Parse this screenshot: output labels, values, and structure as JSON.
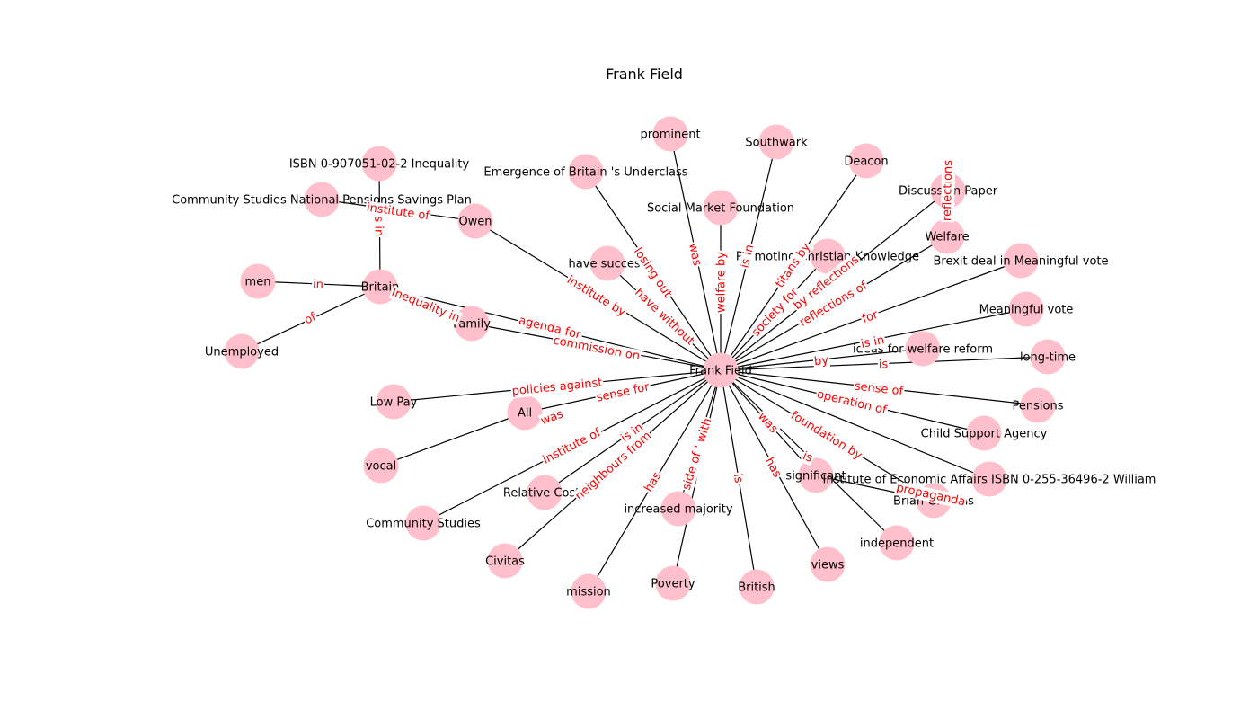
{
  "title": "Frank Field",
  "nodes": [
    {
      "id": "frank",
      "label": "Frank Field"
    },
    {
      "id": "prominent",
      "label": "prominent"
    },
    {
      "id": "southwark",
      "label": "Southwark"
    },
    {
      "id": "deacon",
      "label": "Deacon"
    },
    {
      "id": "emergence",
      "label": "Emergence of Britain 's Underclass"
    },
    {
      "id": "isbn1",
      "label": "ISBN 0-907051-02-2 Inequality"
    },
    {
      "id": "cs_pensions",
      "label": "Community Studies National Pensions Savings Plan"
    },
    {
      "id": "owen",
      "label": "Owen"
    },
    {
      "id": "smf",
      "label": "Social Market Foundation"
    },
    {
      "id": "discussion",
      "label": "Discussion Paper"
    },
    {
      "id": "welfare",
      "label": "Welfare"
    },
    {
      "id": "pck",
      "label": "Promoting Christian Knowledge"
    },
    {
      "id": "brexit",
      "label": "Brexit deal in Meaningful vote"
    },
    {
      "id": "success",
      "label": "have success"
    },
    {
      "id": "men",
      "label": "men"
    },
    {
      "id": "britain",
      "label": "Britain"
    },
    {
      "id": "meaningful",
      "label": "Meaningful vote"
    },
    {
      "id": "family",
      "label": "Family"
    },
    {
      "id": "ideas",
      "label": "ideas for welfare reform"
    },
    {
      "id": "longtime",
      "label": "long-time"
    },
    {
      "id": "unemployed",
      "label": "Unemployed"
    },
    {
      "id": "lowpay",
      "label": "Low Pay"
    },
    {
      "id": "all",
      "label": "All"
    },
    {
      "id": "pensions",
      "label": "Pensions"
    },
    {
      "id": "csa",
      "label": "Child Support Agency"
    },
    {
      "id": "vocal",
      "label": "vocal"
    },
    {
      "id": "significant",
      "label": "significant"
    },
    {
      "id": "iea",
      "label": "Institute of Economic Affairs ISBN 0-255-36496-2 William"
    },
    {
      "id": "relative",
      "label": "Relative Costs"
    },
    {
      "id": "brian",
      "label": "Brian Griffiths"
    },
    {
      "id": "increased",
      "label": "increased majority"
    },
    {
      "id": "cs",
      "label": "Community Studies"
    },
    {
      "id": "independent",
      "label": "independent"
    },
    {
      "id": "civitas",
      "label": "Civitas"
    },
    {
      "id": "views",
      "label": "views"
    },
    {
      "id": "poverty",
      "label": "Poverty"
    },
    {
      "id": "british",
      "label": "British"
    },
    {
      "id": "mission",
      "label": "mission"
    }
  ],
  "edges": [
    {
      "source": "frank",
      "target": "prominent",
      "label": "was"
    },
    {
      "source": "frank",
      "target": "southwark",
      "label": "is in"
    },
    {
      "source": "frank",
      "target": "deacon",
      "label": "titans by"
    },
    {
      "source": "frank",
      "target": "emergence",
      "label": "losing out"
    },
    {
      "source": "frank",
      "target": "owen",
      "label": "institute by"
    },
    {
      "source": "frank",
      "target": "smf",
      "label": "welfare by"
    },
    {
      "source": "frank",
      "target": "discussion",
      "label": "by reflections"
    },
    {
      "source": "frank",
      "target": "welfare",
      "label": "reflections of"
    },
    {
      "source": "frank",
      "target": "pck",
      "label": "society for"
    },
    {
      "source": "frank",
      "target": "brexit",
      "label": "for"
    },
    {
      "source": "frank",
      "target": "success",
      "label": "have without"
    },
    {
      "source": "frank",
      "target": "britain",
      "label": "agenda for"
    },
    {
      "source": "frank",
      "target": "meaningful",
      "label": "is in"
    },
    {
      "source": "frank",
      "target": "family",
      "label": "commission on"
    },
    {
      "source": "frank",
      "target": "ideas",
      "label": "by"
    },
    {
      "source": "frank",
      "target": "longtime",
      "label": "is"
    },
    {
      "source": "frank",
      "target": "lowpay",
      "label": "policies against"
    },
    {
      "source": "frank",
      "target": "all",
      "label": "sense for"
    },
    {
      "source": "frank",
      "target": "pensions",
      "label": "sense of"
    },
    {
      "source": "frank",
      "target": "csa",
      "label": "operation of"
    },
    {
      "source": "frank",
      "target": "significant",
      "label": "was"
    },
    {
      "source": "frank",
      "target": "iea",
      "label": "is"
    },
    {
      "source": "frank",
      "target": "brian",
      "label": "foundation by"
    },
    {
      "source": "frank",
      "target": "relative",
      "label": "is in"
    },
    {
      "source": "frank",
      "target": "increased",
      "label": "side of ' with"
    },
    {
      "source": "frank",
      "target": "cs",
      "label": "institute of"
    },
    {
      "source": "frank",
      "target": "independent",
      "label": ""
    },
    {
      "source": "frank",
      "target": "civitas",
      "label": "neighbours from"
    },
    {
      "source": "frank",
      "target": "views",
      "label": "has"
    },
    {
      "source": "frank",
      "target": "poverty",
      "label": ""
    },
    {
      "source": "frank",
      "target": "british",
      "label": "is"
    },
    {
      "source": "frank",
      "target": "mission",
      "label": "has"
    },
    {
      "source": "all",
      "target": "vocal",
      "label": "was"
    },
    {
      "source": "britain",
      "target": "isbn1",
      "label": "is in"
    },
    {
      "source": "britain",
      "target": "men",
      "label": "in"
    },
    {
      "source": "britain",
      "target": "unemployed",
      "label": "of"
    },
    {
      "source": "britain",
      "target": "family",
      "label": "Inequality in"
    },
    {
      "source": "cs_pensions",
      "target": "owen",
      "label": "institute of"
    },
    {
      "source": "welfare",
      "target": "discussion",
      "label": "reflections"
    },
    {
      "source": "significant",
      "target": "brian",
      "label": "propaganda"
    }
  ]
}
